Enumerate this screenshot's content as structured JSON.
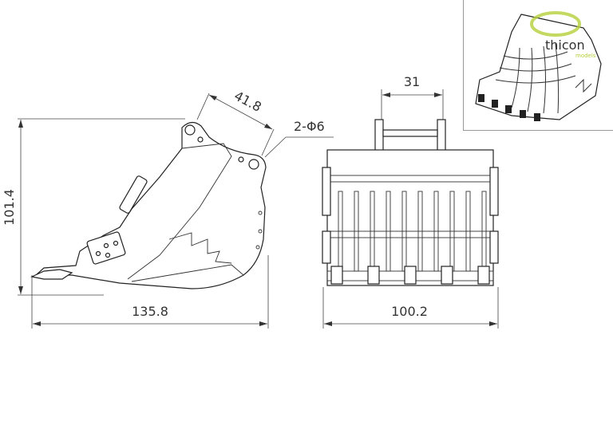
{
  "drawing": {
    "side_view": {
      "height_dim": "101.4",
      "length_dim": "135.8",
      "pin_distance_dim": "41.8",
      "pin_hole_note": "2-Φ6"
    },
    "front_view": {
      "mount_width_dim": "31",
      "overall_width_dim": "100.2"
    },
    "inset": {
      "logo_text": "thicon",
      "logo_subtext": "models",
      "logo_color": "#b5cf3a"
    }
  }
}
